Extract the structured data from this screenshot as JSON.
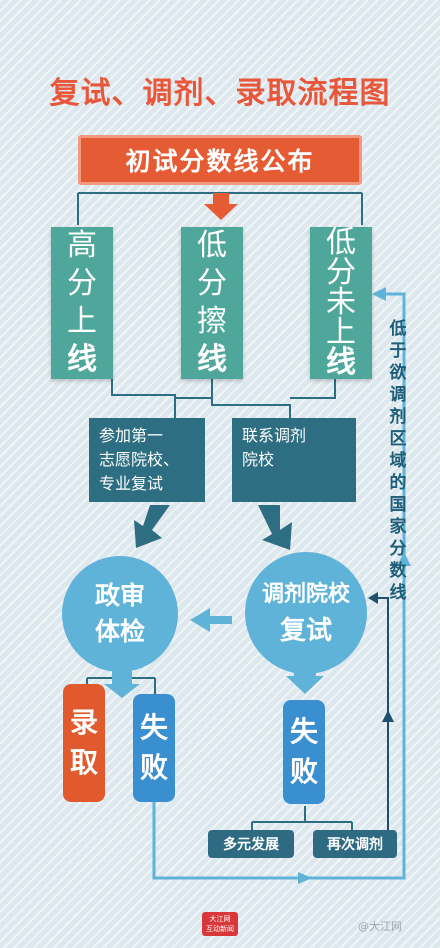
{
  "title": "复试、调剂、录取流程图",
  "header": "初试分数线公布",
  "columns": [
    {
      "chars": [
        "高",
        "分",
        "上",
        "线"
      ]
    },
    {
      "chars": [
        "低",
        "分",
        "擦",
        "线"
      ]
    },
    {
      "chars": [
        "低",
        "分",
        "未",
        "上",
        "线"
      ]
    }
  ],
  "mid_left": [
    "参加第一",
    "志愿院校、",
    "专业复试"
  ],
  "mid_right": [
    "联系调剂",
    "院校"
  ],
  "circle_left": [
    "政审",
    "体检"
  ],
  "circle_right": [
    "调剂院校",
    "复试"
  ],
  "result_admit": [
    "录",
    "取"
  ],
  "result_fail_left": [
    "失",
    "败"
  ],
  "result_fail_right": [
    "失",
    "败"
  ],
  "option_develop": "多元发展",
  "option_readjust": "再次调剂",
  "side_note": "低于欲调剂区域的国家分数线",
  "logo_text": [
    "大江网",
    "互动新闻"
  ],
  "watermark": "@大江网",
  "colors": {
    "title": "#e8573a",
    "header": "#e55b33",
    "teal": "#4ea79a",
    "dark": "#2e6e82",
    "circle": "#5fb3d8",
    "red": "#e05a2d",
    "blue": "#3a8fd0"
  }
}
